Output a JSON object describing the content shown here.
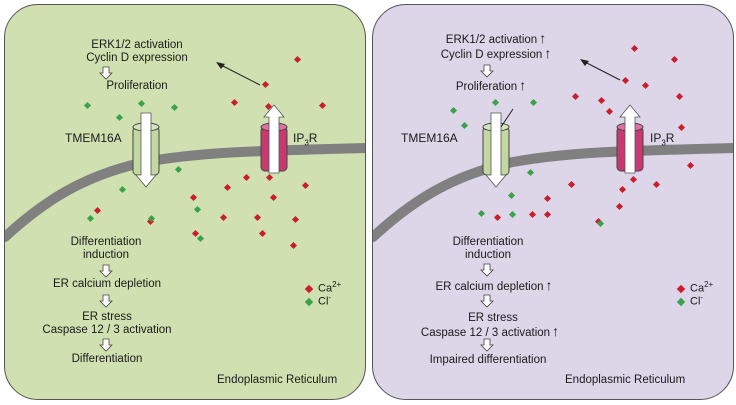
{
  "left": {
    "top_lines": [
      "ERK1/2 activation",
      "Cyclin D expression"
    ],
    "proliferation": "Proliferation",
    "channel_label": "TMEM16A",
    "receptor_label_main": "IP",
    "receptor_label_sub": "3",
    "receptor_label_end": "R",
    "diff_line1": "Differentiation",
    "diff_line2": "induction",
    "depletion": "ER calcium depletion",
    "stress_line1": "ER stress",
    "stress_line2": "Caspase 12 / 3 activation",
    "final": "Differentiation",
    "compartment": "Endoplasmic Reticulum",
    "legend_ca": "Ca",
    "legend_ca_sup": "2+",
    "legend_cl": "Cl",
    "legend_cl_sup": "-"
  },
  "right": {
    "top_line1": "ERK1/2 activation",
    "top_line2": "Cyclin D expression",
    "proliferation": "Proliferation",
    "channel_label": "TMEM16A",
    "receptor_label_main": "IP",
    "receptor_label_sub": "3",
    "receptor_label_end": "R",
    "diff_line1": "Differentiation",
    "diff_line2": "induction",
    "depletion": "ER calcium depletion",
    "stress_line1": "ER stress",
    "stress_line2": "Caspase 12 / 3 activation",
    "final": "Impaired differentiation",
    "compartment": "Endoplasmic Reticulum",
    "legend_ca": "Ca",
    "legend_ca_sup": "2+",
    "legend_cl": "Cl",
    "legend_cl_sup": "-",
    "up_arrow": "↑"
  },
  "colors": {
    "calcium": "#cc1d2c",
    "chloride": "#3aa24a",
    "membrane": "#808080",
    "channel": "#c2d8a0",
    "receptor": "#c8396f",
    "left_bg": "#d0e0b0",
    "right_bg": "#ddd5e8"
  }
}
